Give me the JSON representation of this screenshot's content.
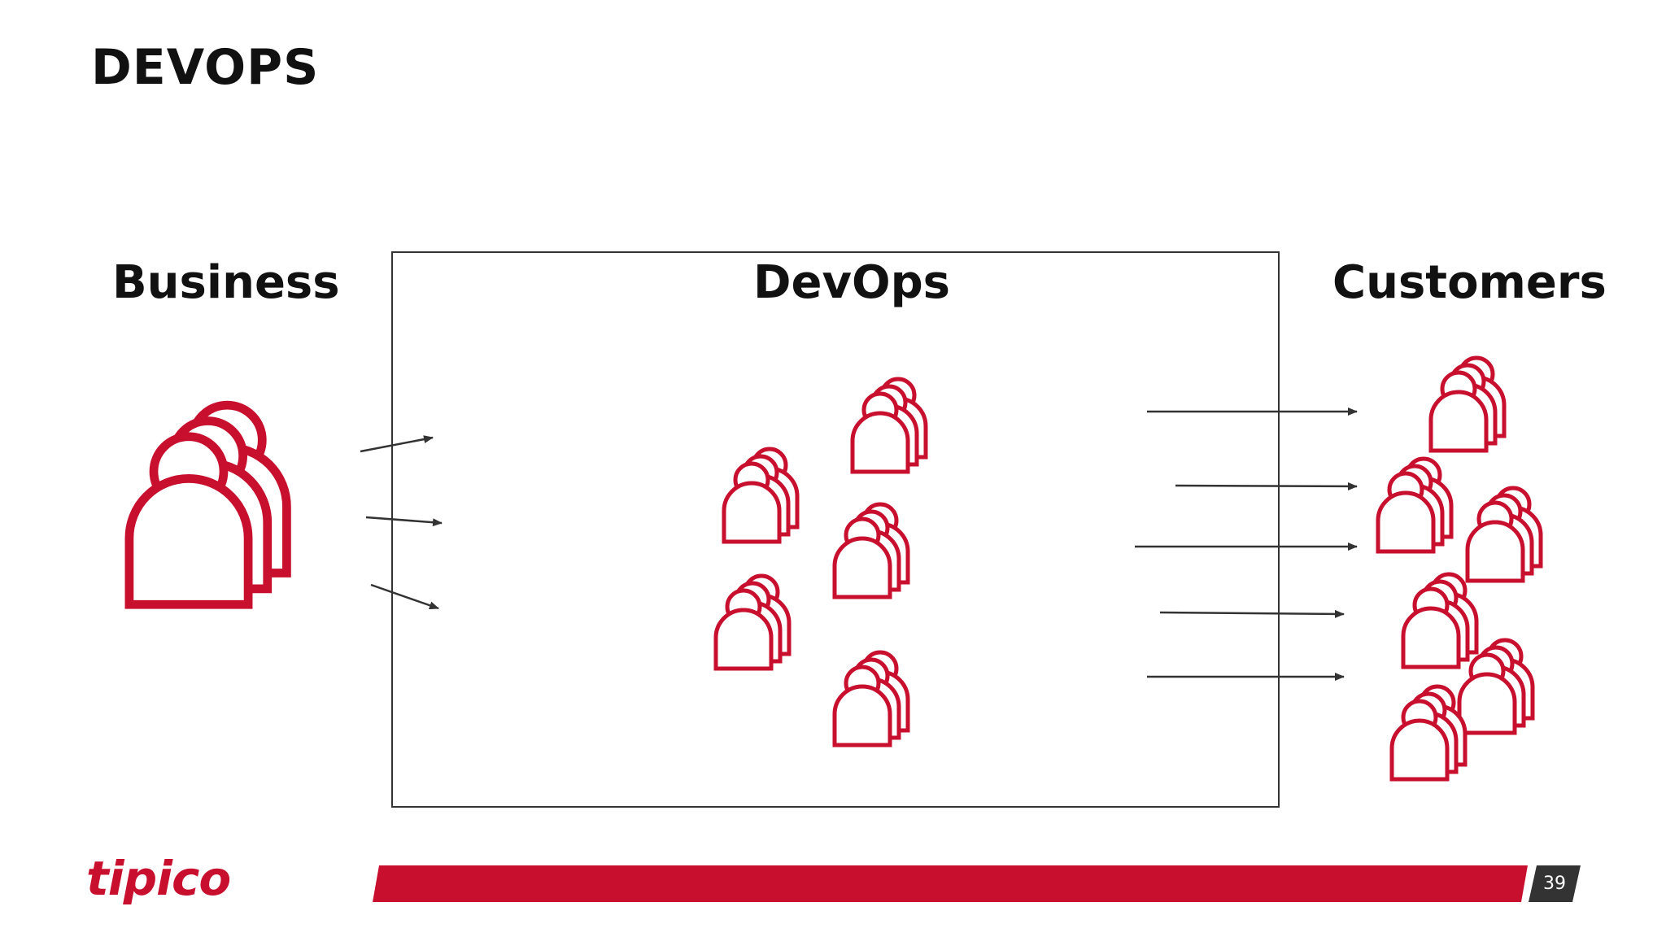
{
  "slide": {
    "title": "DEVOPS",
    "page_number": "39"
  },
  "groups": {
    "business": "Business",
    "devops": "DevOps",
    "customers": "Customers"
  },
  "brand": {
    "logo_text": "tipico",
    "accent_color": "#c8102e",
    "dark_color": "#333333"
  }
}
